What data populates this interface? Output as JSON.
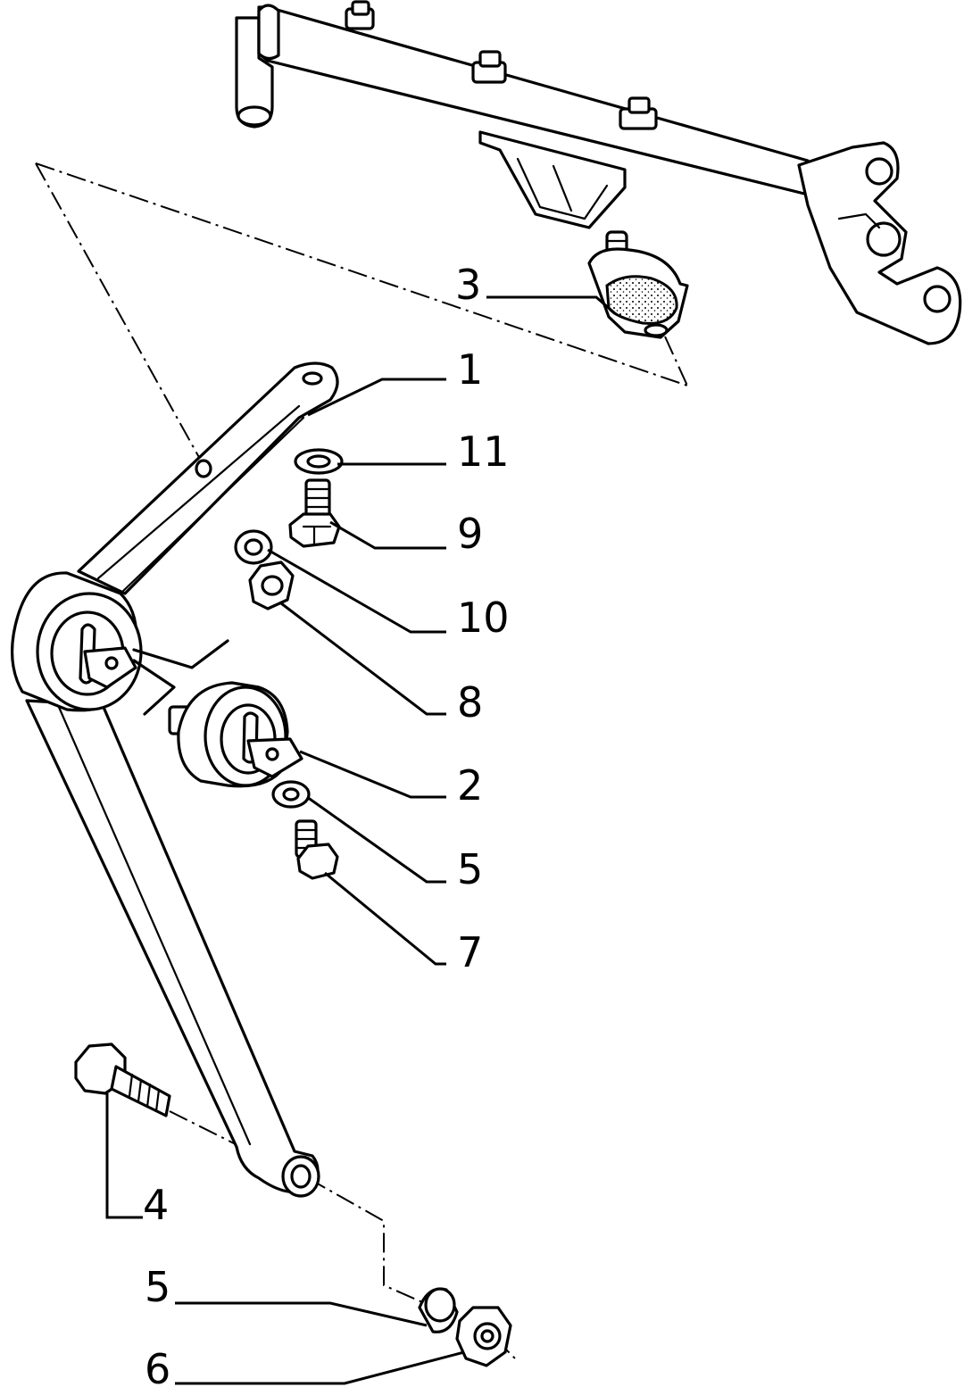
{
  "callouts": [
    {
      "id": "c1",
      "label": "1"
    },
    {
      "id": "c11",
      "label": "11"
    },
    {
      "id": "c9",
      "label": "9"
    },
    {
      "id": "c10",
      "label": "10"
    },
    {
      "id": "c8",
      "label": "8"
    },
    {
      "id": "c2",
      "label": "2"
    },
    {
      "id": "c5a",
      "label": "5"
    },
    {
      "id": "c7",
      "label": "7"
    },
    {
      "id": "c3",
      "label": "3"
    },
    {
      "id": "c4",
      "label": "4"
    },
    {
      "id": "c5b",
      "label": "5"
    },
    {
      "id": "c6",
      "label": "6"
    }
  ]
}
